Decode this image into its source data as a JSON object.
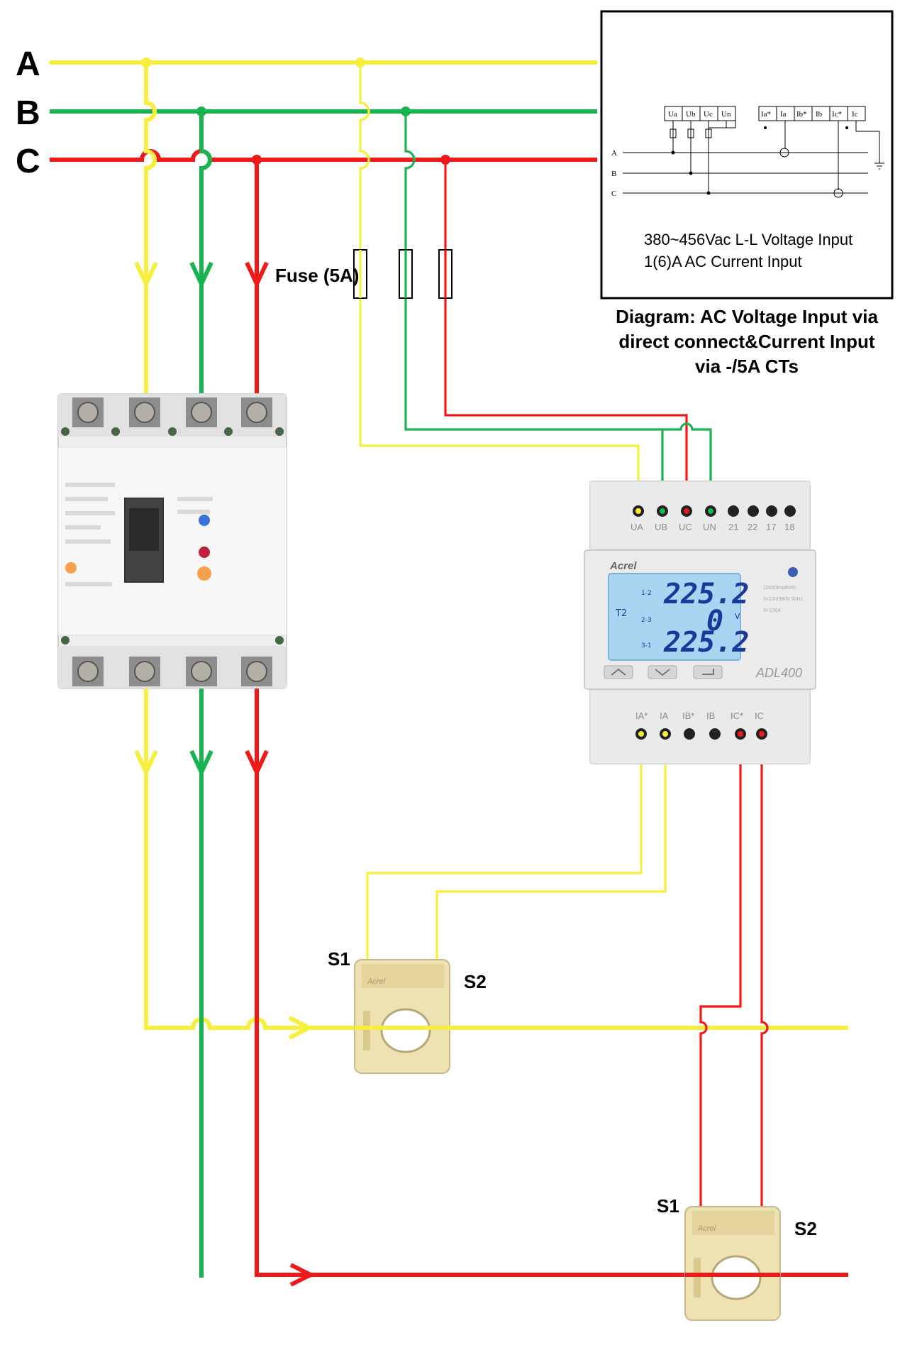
{
  "colors": {
    "phase_a": "#f6ef3e",
    "phase_b": "#19b34f",
    "phase_c": "#ee1a1a",
    "meter_lcd": "#a9d4f2"
  },
  "bus_labels": [
    "A",
    "B",
    "C"
  ],
  "fuse": {
    "label": "Fuse (5A)"
  },
  "inset": {
    "top_terminals": [
      "Ua",
      "Ub",
      "Uc",
      "Un"
    ],
    "current_terminals": [
      "Ia*",
      "Ia",
      "Ib*",
      "Ib",
      "Ic*",
      "Ic"
    ],
    "phase_labels": [
      "A",
      "B",
      "C"
    ],
    "spec_voltage": "380~456Vac L-L Voltage Input",
    "spec_current": "1(6)A AC Current Input",
    "caption_line1": "Diagram: AC Voltage Input via",
    "caption_line2": "direct connect&Current Input",
    "caption_line3": "via -/5A CTs"
  },
  "meter": {
    "brand": "Acrel",
    "model": "ADL400",
    "voltage_terminals": [
      "UA",
      "UB",
      "UC",
      "UN"
    ],
    "aux_terminals": [
      "21",
      "22",
      "17",
      "18"
    ],
    "current_terminals": [
      "IA*",
      "IA",
      "IB*",
      "IB",
      "IC*",
      "IC"
    ],
    "lcd_row1": "225.2",
    "lcd_row2": "0",
    "lcd_row3": "225.2",
    "lcd_label_row1": "1-2",
    "lcd_label_row2": "2-3",
    "lcd_label_row3": "3-1",
    "lcd_unit": "V",
    "lcd_tariff": "T2",
    "spec1": "10000imp/kWh",
    "spec2": "3×220/380V 50Hz",
    "spec3": "3×1(6)A"
  },
  "ct_upper": {
    "s1": "S1",
    "s2": "S2"
  },
  "ct_lower": {
    "s1": "S1",
    "s2": "S2"
  }
}
